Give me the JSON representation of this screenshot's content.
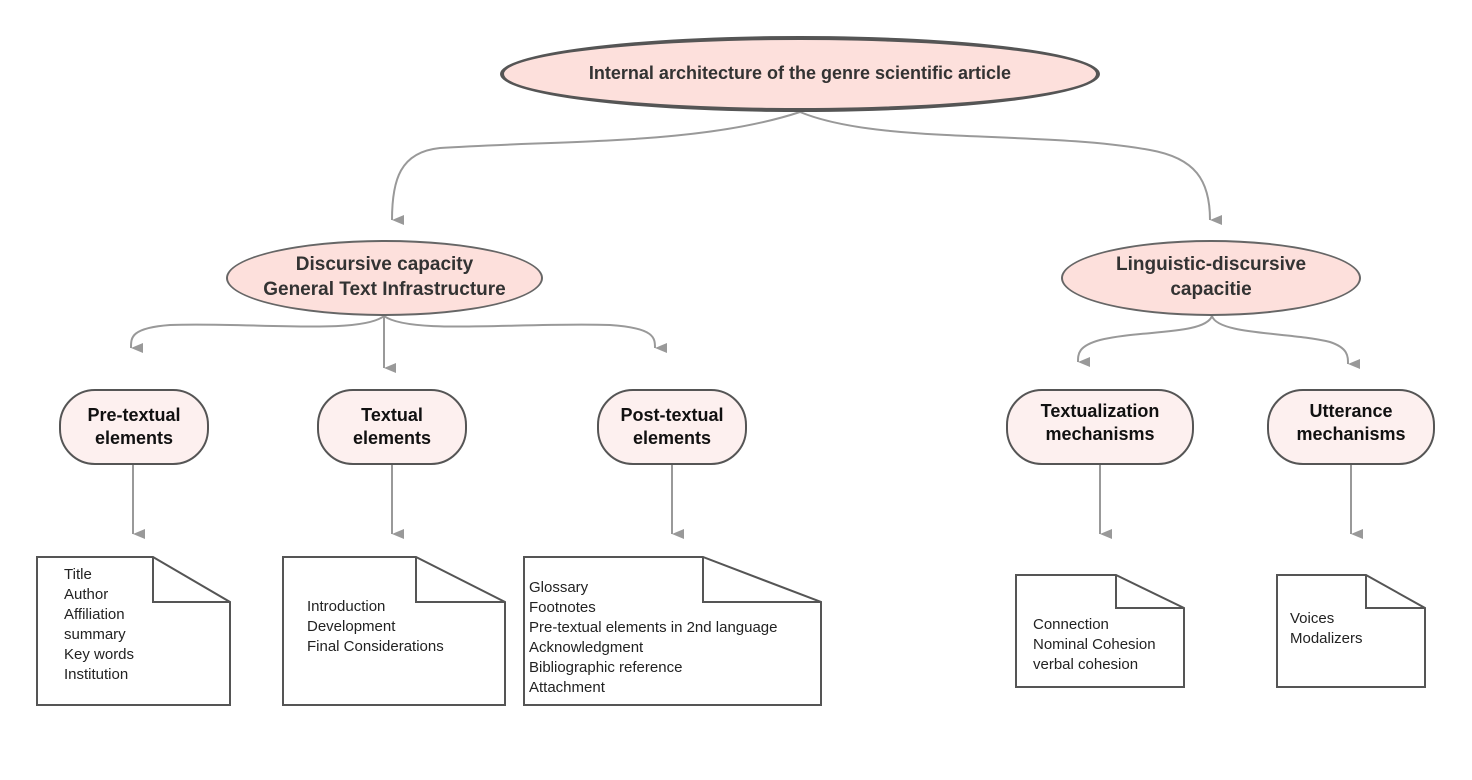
{
  "root": {
    "label": "Internal architecture of the genre scientific article"
  },
  "branches": {
    "discursive": {
      "line1": "Discursive capacity",
      "line2": "General Text Infrastructure"
    },
    "linguistic": {
      "line1": "Linguistic-discursive",
      "line2": "capacitie"
    }
  },
  "elements": {
    "pre_textual": {
      "line1": "Pre-textual",
      "line2": "elements"
    },
    "textual": {
      "line1": "Textual",
      "line2": "elements"
    },
    "post_textual": {
      "line1": "Post-textual",
      "line2": "elements"
    },
    "textualization": {
      "line1": "Textualization",
      "line2": "mechanisms"
    },
    "utterance": {
      "line1": "Utterance",
      "line2": "mechanisms"
    }
  },
  "notes": {
    "pre_textual": [
      "Title",
      "Author",
      "Affiliation",
      "summary",
      "Key words",
      "Institution"
    ],
    "textual": [
      "Introduction",
      "Development",
      "Final Considerations"
    ],
    "post_textual": [
      "Glossary",
      "Footnotes",
      "Pre-textual elements in 2nd language",
      "Acknowledgment",
      "Bibliographic reference",
      "Attachment"
    ],
    "textualization": [
      "Connection",
      "Nominal Cohesion",
      "verbal cohesion"
    ],
    "utterance": [
      "Voices",
      "Modalizers"
    ]
  },
  "colors": {
    "node_fill": "#fde0dc",
    "leaf_fill": "#fdf0ef",
    "connector": "#999999",
    "border": "#555555"
  }
}
